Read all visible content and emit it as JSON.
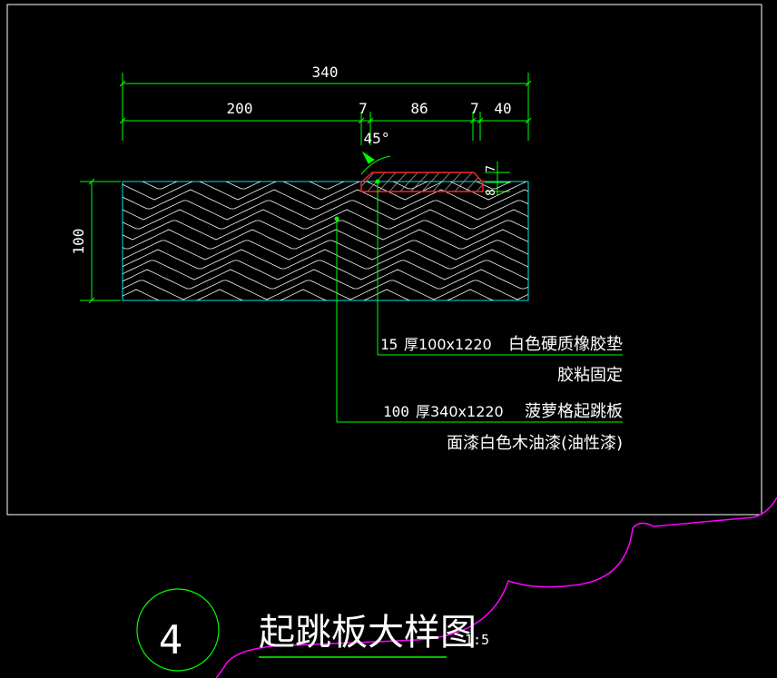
{
  "dimensions": {
    "overall": "340",
    "seg1": "200",
    "seg2": "7",
    "seg3": "86",
    "seg4": "7",
    "seg5": "40",
    "height": "100",
    "angle": "45°",
    "pad_v1": "7",
    "pad_v2": "8"
  },
  "callouts": {
    "pad": {
      "qty": "15",
      "spec": "厚100x1220",
      "name": "白色硬质橡胶垫",
      "note": "胶粘固定"
    },
    "board": {
      "qty": "100",
      "spec": "厚340x1220",
      "name": "菠萝格起跳板",
      "note": "面漆白色木油漆(油性漆)"
    }
  },
  "title": {
    "number": "4",
    "text": "起跳板大样图",
    "scale": "1:5"
  },
  "colors": {
    "background": "#000000",
    "frame": "#ffffff",
    "dimension": "#00ff00",
    "board_outline": "#00e5e5",
    "wood_grain": "#ffffff",
    "pad_outline": "#ff2020",
    "cloud_line": "#ff00ff"
  }
}
